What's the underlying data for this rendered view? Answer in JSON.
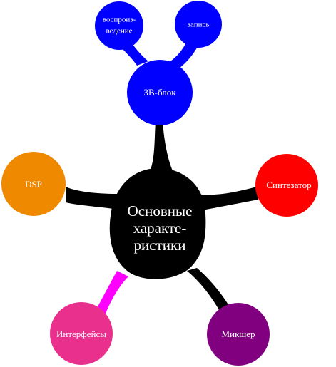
{
  "diagram": {
    "center": {
      "label_lines": [
        "Основные",
        "характе-",
        "ристики"
      ],
      "color": "#000000"
    },
    "nodes": {
      "zv_block": {
        "label": "ЗВ-блок",
        "color": "#0000ff"
      },
      "playback": {
        "label_lines": [
          "воспроиз-",
          "ведение"
        ],
        "color": "#0000ff"
      },
      "recording": {
        "label": "запись",
        "color": "#0000ff"
      },
      "dsp": {
        "label": "DSP",
        "color": "#ef8a00"
      },
      "synthesizer": {
        "label": "Синтезатор",
        "color": "#ff0000"
      },
      "interfaces": {
        "label": "Интерфейсы",
        "color": "#e8308c"
      },
      "mixer": {
        "label": "Микшер",
        "color": "#800080"
      }
    },
    "connector_colors": {
      "interfaces": "#ff00ff"
    }
  }
}
